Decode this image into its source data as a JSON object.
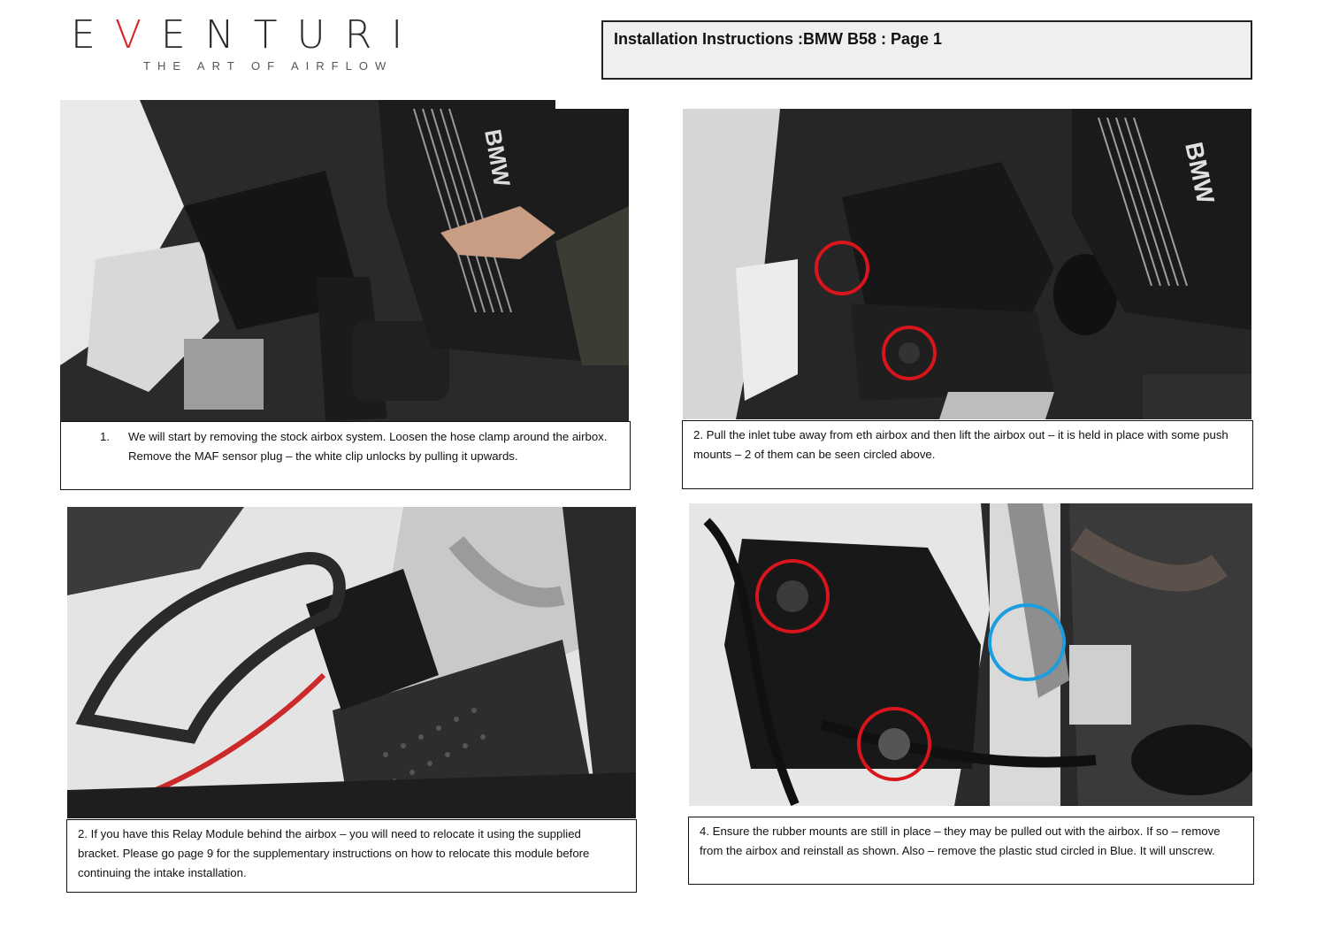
{
  "header": {
    "logo_text": "EVENTURI",
    "logo_tagline": "THE ART OF AIRFLOW",
    "title": "Installation Instructions :BMW B58 : Page 1"
  },
  "photos": {
    "p1": {
      "badge_text": "BMW"
    },
    "p2": {
      "badge_text": "BMW"
    }
  },
  "steps": [
    {
      "number": "1.",
      "text": "We will start by removing the stock airbox system.  Loosen the hose clamp around the airbox. Remove the MAF sensor plug – the white clip unlocks by pulling it upwards."
    },
    {
      "text": "2. Pull the inlet tube away from eth airbox and then lift the airbox out – it is held in place with some push mounts – 2 of them can be seen circled above."
    },
    {
      "text": "2. If you have this Relay Module behind the airbox – you will need to relocate it using the supplied bracket. Please go page 9 for the supplementary instructions on how to relocate this module before continuing the intake installation."
    },
    {
      "text": "4. Ensure the rubber mounts are still in place – they may be pulled out with the airbox. If so – remove from the airbox and reinstall as shown. Also – remove the plastic stud circled in Blue. It will unscrew."
    }
  ],
  "colors": {
    "annotation_red": "#d8141c",
    "annotation_blue": "#1a9ee0",
    "logo_accent": "#d6262a"
  }
}
